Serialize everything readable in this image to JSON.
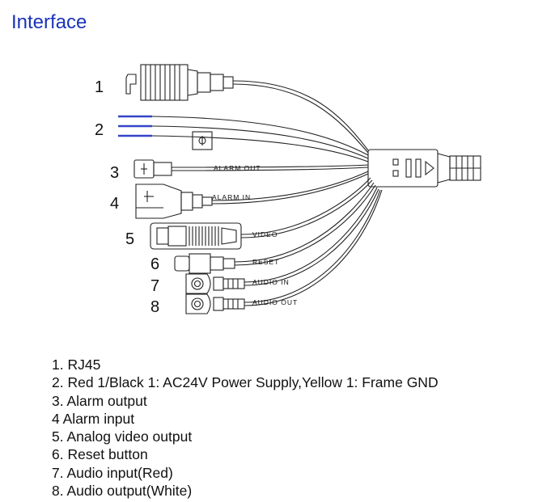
{
  "title": "Interface",
  "colors": {
    "title": "#1a33b8",
    "power_wire": "#3344c8",
    "line": "#222222"
  },
  "connectors": [
    {
      "number": "1",
      "label": ""
    },
    {
      "number": "2",
      "label": ""
    },
    {
      "number": "3",
      "label": "ALARM OUT"
    },
    {
      "number": "4",
      "label": "ALARM IN"
    },
    {
      "number": "5",
      "label": "VIDEO"
    },
    {
      "number": "6",
      "label": "RESET"
    },
    {
      "number": "7",
      "label": "AUDIO IN"
    },
    {
      "number": "8",
      "label": "AUDIO OUT"
    }
  ],
  "legend": [
    "1. RJ45",
    "2. Red 1/Black 1: AC24V Power Supply,Yellow 1: Frame GND",
    "3. Alarm output",
    "4  Alarm input",
    "5. Analog video output",
    "6. Reset button",
    "7. Audio input(Red)",
    "8. Audio output(White)"
  ]
}
